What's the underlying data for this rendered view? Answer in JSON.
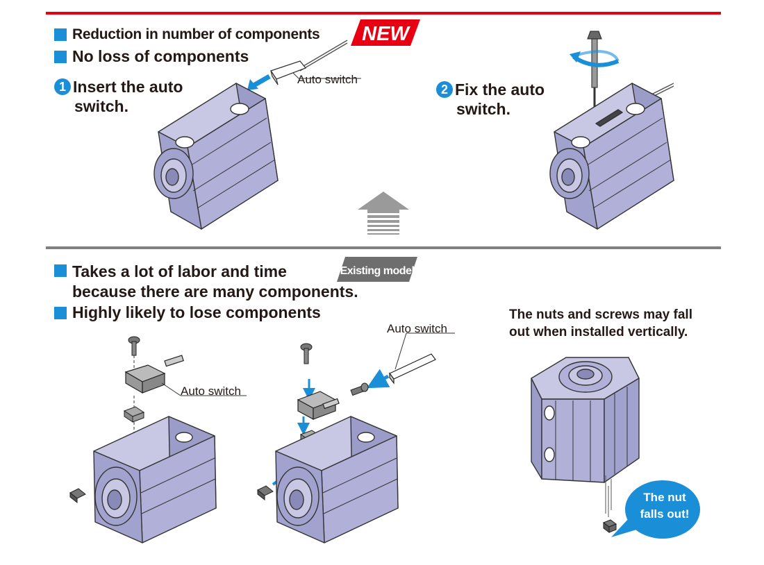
{
  "new_section": {
    "badge": "NEW",
    "bullets": [
      "Reduction in number of components",
      "No loss of components"
    ],
    "steps": [
      {
        "number": "1",
        "line1": "Insert the auto",
        "line2": "switch."
      },
      {
        "number": "2",
        "line1": "Fix the auto",
        "line2": "switch."
      }
    ],
    "callout": "Auto switch"
  },
  "existing_section": {
    "badge": "Existing model",
    "bullets": [
      {
        "line1": "Takes a lot of labor and time",
        "line2": "because there are many components."
      },
      {
        "line1": "Highly likely to lose components"
      }
    ],
    "callouts": [
      "Auto switch",
      "Auto switch"
    ],
    "note_line1": "The nuts and screws may fall",
    "note_line2": "out when installed vertically.",
    "bubble_line1": "The nut",
    "bubble_line2": "falls out!"
  },
  "colors": {
    "accent_red": "#e60012",
    "accent_blue": "#1a8fd8",
    "divider_gray": "#808080",
    "cylinder_lavender": "#a9a9cf",
    "part_gray": "#9a9a9a"
  },
  "icons": [
    "insert-arrow-icon",
    "rotation-arrow-icon",
    "up-arrow-icon",
    "speech-bubble-icon"
  ]
}
